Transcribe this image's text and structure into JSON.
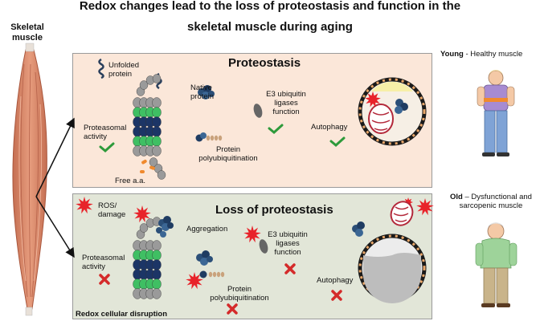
{
  "title_line1": "Redox changes lead to the loss of proteostasis and function in the",
  "title_line2": "skeletal muscle during aging",
  "muscle_label_line1": "Skeletal",
  "muscle_label_line2": "muscle",
  "top_panel": {
    "title": "Proteostasis",
    "unfolded_line1": "Unfolded",
    "unfolded_line2": "protein",
    "native_line1": "Native",
    "native_line2": "protein",
    "e3_line1": "E3 ubiquitin",
    "e3_line2": "ligases",
    "e3_line3": "function",
    "proteasomal_line1": "Proteasomal",
    "proteasomal_line2": "activity",
    "autophagy": "Autophagy",
    "polyub_line1": "Protein",
    "polyub_line2": "polyubiquitination",
    "free_aa": "Free a.a."
  },
  "bottom_panel": {
    "title": "Loss of proteostasis",
    "ros_line1": "ROS/",
    "ros_line2": "damage",
    "aggregation": "Aggregation",
    "e3_line1": "E3 ubiquitin",
    "e3_line2": "ligases",
    "e3_line3": "function",
    "proteasomal_line1": "Proteasomal",
    "proteasomal_line2": "activity",
    "autophagy": "Autophagy",
    "polyub_line1": "Protein",
    "polyub_line2": "polyubiquitination",
    "footer": "Redox cellular disruption"
  },
  "young": {
    "bold": "Young",
    "rest": " - Healthy muscle"
  },
  "old": {
    "bold": "Old",
    "rest_line1": " – Dysfunctional and",
    "line2": "sarcopenic muscle"
  },
  "colors": {
    "top_panel_bg": "#fbe7d9",
    "bottom_panel_bg": "#e2e6d8",
    "muscle": "#d9896a",
    "proteasome_green": "#3fbf63",
    "proteasome_navy": "#1c3566",
    "proteasome_grey": "#9a9a9a",
    "check_green": "#2e9a3b",
    "cross_red": "#d42a2a",
    "ros_red": "#e8232a"
  }
}
